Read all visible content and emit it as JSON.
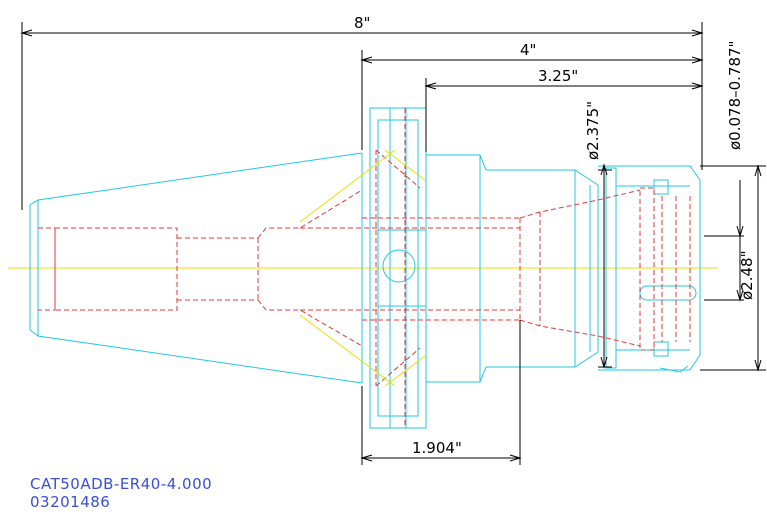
{
  "drawing": {
    "part_number": "CAT50ADB-ER40-4.000",
    "part_code": "03201486",
    "colors": {
      "outline": "#22c8e0",
      "hidden": "#e03a3a",
      "centerline": "#e8e000",
      "dimension": "#000000",
      "label": "#3a4fd6"
    },
    "dimensions": {
      "overall_length": "8\"",
      "gauge_to_end": "4\"",
      "body_length": "3.25\"",
      "flange_length": "1.904\"",
      "neck_diameter": "ø2.375\"",
      "nut_diameter": "ø2.48\"",
      "collet_range": "ø0.078–0.787\""
    }
  }
}
